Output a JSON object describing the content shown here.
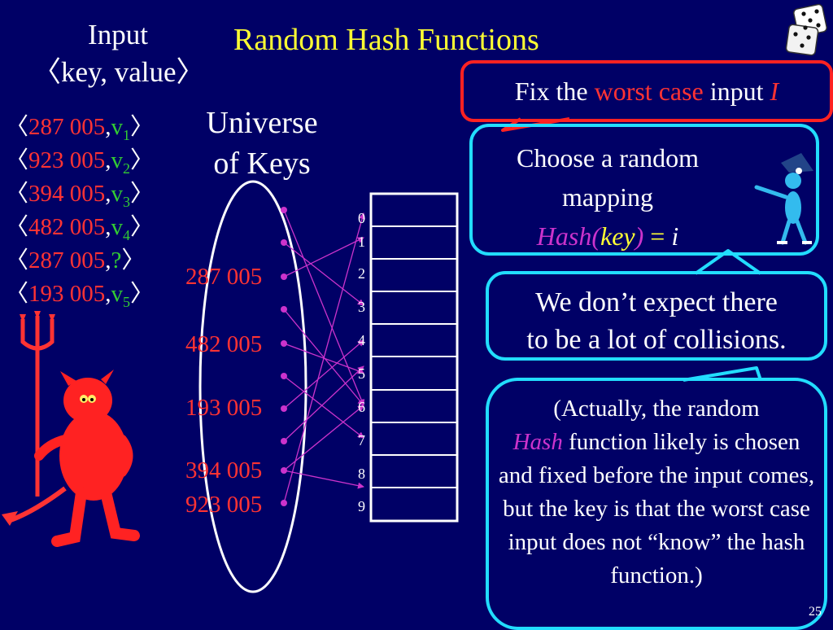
{
  "title": "Random Hash Functions",
  "input_header": {
    "line1": "Input",
    "line2": "〈key, value〉"
  },
  "pairs": [
    {
      "open": "〈",
      "key": "287 005",
      "sep": ",",
      "val": "v",
      "sub": "1",
      "close": "〉"
    },
    {
      "open": "〈",
      "key": "923 005",
      "sep": ",",
      "val": "v",
      "sub": "2",
      "close": "〉"
    },
    {
      "open": "〈",
      "key": "394 005",
      "sep": ",",
      "val": "v",
      "sub": "3",
      "close": "〉"
    },
    {
      "open": "〈",
      "key": "482 005",
      "sep": ",",
      "val": "v",
      "sub": "4",
      "close": "〉"
    },
    {
      "open": "〈",
      "key": "287 005",
      "sep": ",",
      "val": "?",
      "sub": "",
      "close": "〉"
    },
    {
      "open": "〈",
      "key": "193 005",
      "sep": ",",
      "val": "v",
      "sub": "5",
      "close": "〉"
    }
  ],
  "universe": {
    "line1": "Universe",
    "line2": "of Keys"
  },
  "keys": [
    "287 005",
    "482 005",
    "193 005",
    "394 005",
    "923 005"
  ],
  "indices": [
    "0",
    "1",
    "2",
    "3",
    "4",
    "5",
    "6",
    "7",
    "8",
    "9"
  ],
  "bubble_worst": {
    "pre": "Fix the ",
    "highlight": "worst case",
    "mid": " input ",
    "var": "I"
  },
  "bubble_choose": {
    "line1": "Choose a random",
    "line2": "mapping",
    "fn": "Hash(",
    "arg": "key",
    "close": ")",
    "eq": " = ",
    "res": "i"
  },
  "bubble_collisions": {
    "line1": "We don’t expect there",
    "line2": "to be a lot of collisions."
  },
  "bubble_note": {
    "pre": "(Actually, the random",
    "hash": "Hash",
    "rest": " function likely is chosen and fixed before the input comes, but the key is that the worst case input does not “know” the hash function.)"
  },
  "page_number": "25",
  "colors": {
    "background": "#000066",
    "key_red": "#ff3333",
    "value_green": "#33cc33",
    "title_yellow": "#ffff33",
    "arrow_magenta": "#cc33cc",
    "bubble_cyan": "#22ddff",
    "bubble_red": "#ff2222"
  }
}
